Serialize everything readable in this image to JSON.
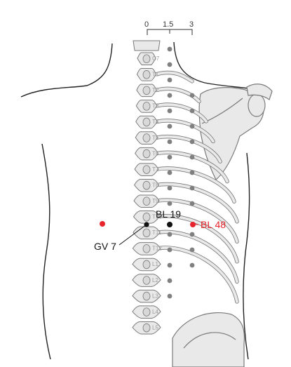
{
  "scale": {
    "ticks": [
      "0",
      "1.5",
      "3"
    ]
  },
  "vertebrae": [
    "C7",
    "T1",
    "T2",
    "T3",
    "T4",
    "T5",
    "T6",
    "T7",
    "T8",
    "T9",
    "T10",
    "T11",
    "T12",
    "L1",
    "L2",
    "L3",
    "L4",
    "L5"
  ],
  "points": {
    "gv7": {
      "label": "GV 7",
      "color": "#111111"
    },
    "bl19": {
      "label": "BL 19",
      "color": "#111111"
    },
    "bl48": {
      "label": "BL 48",
      "color": "#e8242d"
    },
    "mirror_marker_color": "#e8242d",
    "guide_dot_color": "#808080"
  },
  "colors": {
    "body_outline": "#222222",
    "bone_fill": "#e9e9e9",
    "bone_stroke": "#7a7a7a"
  }
}
